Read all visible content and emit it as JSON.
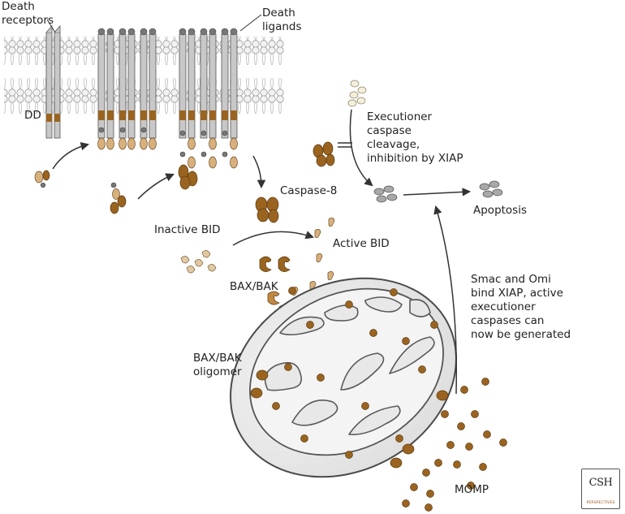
{
  "labels": {
    "death_receptors": "Death\nreceptors",
    "death_ligands": "Death\nligands",
    "dd": "DD",
    "executioner": "Executioner\ncaspase\ncleavage,\ninhibition by XIAP",
    "caspase8": "Caspase-8",
    "apoptosis": "Apoptosis",
    "inactive_bid": "Inactive BID",
    "active_bid": "Active BID",
    "bax_bak": "BAX/BAK",
    "bax_bak_oligomer": "BAX/BAK\noligomer",
    "smac_omi": "Smac and Omi\nbind XIAP, active\nexecutioner\ncaspases can\nnow be generated",
    "momp": "MOMP"
  },
  "logo": {
    "main": "CSH",
    "sub": "PERSPECTIVES"
  },
  "colors": {
    "brown": "#9a6420",
    "tan": "#d8b07c",
    "gray": "#a8a8a8",
    "membrane": "#ebebeb",
    "outline": "#555555"
  }
}
